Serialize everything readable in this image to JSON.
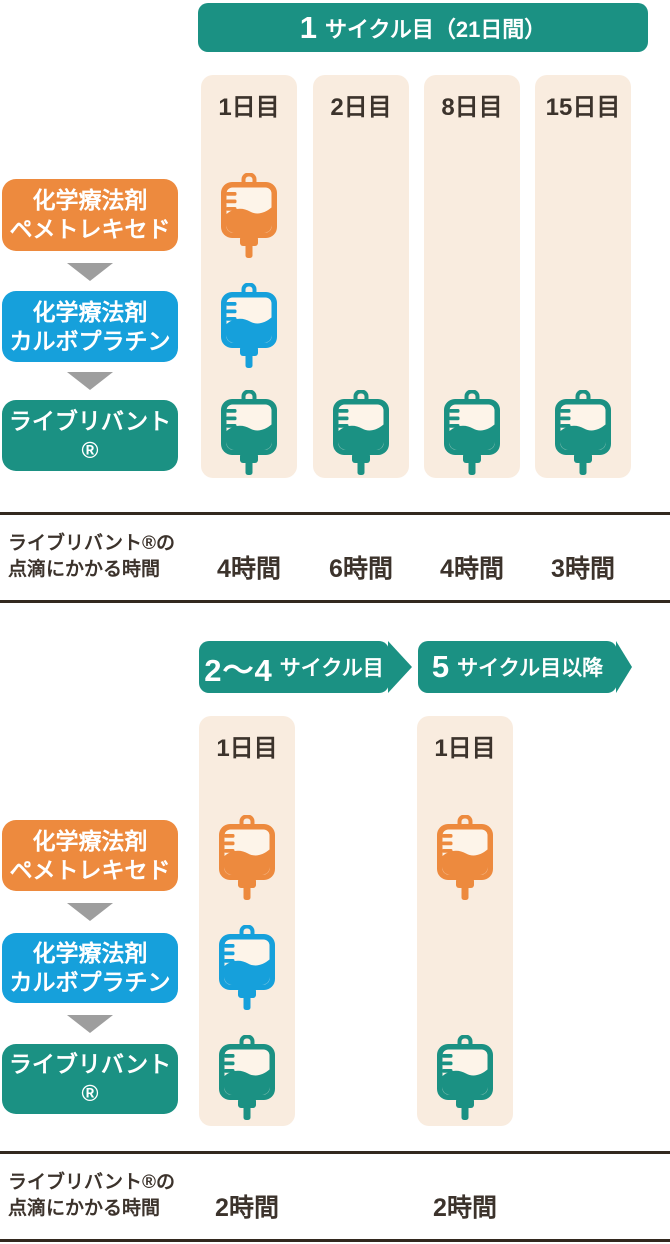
{
  "colors": {
    "teal": "#1b9183",
    "orange": "#ed8a3e",
    "blue": "#16a0db",
    "cream": "#f9ecdf",
    "baginner": "#fdf4e9",
    "ink": "#3c332c",
    "line": "#33291f",
    "arrow": "#9e9e9e"
  },
  "drugs": [
    {
      "id": "pemetrexed",
      "label_line1": "化学療法剤",
      "label_line2": "ペメトレキセド",
      "color": "#ed8a3e"
    },
    {
      "id": "carboplatin",
      "label_line1": "化学療法剤",
      "label_line2": "カルボプラチン",
      "color": "#16a0db"
    },
    {
      "id": "rybrevant",
      "label": "ライブリバント®",
      "color": "#1b9183"
    }
  ],
  "section1": {
    "title_prefix": "1",
    "title_suffix": "サイクル目（21日間）",
    "columns": [
      {
        "day": "1日目",
        "time": "4時間",
        "bags": [
          "pemetrexed",
          "carboplatin",
          "rybrevant"
        ]
      },
      {
        "day": "2日目",
        "time": "6時間",
        "bags": [
          "rybrevant"
        ]
      },
      {
        "day": "8日目",
        "time": "4時間",
        "bags": [
          "rybrevant"
        ]
      },
      {
        "day": "15日目",
        "time": "3時間",
        "bags": [
          "rybrevant"
        ]
      }
    ],
    "infusion_label_line1": "ライブリバント®の",
    "infusion_label_line2": "点滴にかかる時間"
  },
  "section2": {
    "title1_prefix": "2〜4",
    "title1_suffix": "サイクル目",
    "title2_prefix": "5",
    "title2_suffix": "サイクル目以降",
    "columns": [
      {
        "day": "1日目",
        "time": "2時間",
        "bags": [
          "pemetrexed",
          "carboplatin",
          "rybrevant"
        ]
      },
      {
        "day": "1日目",
        "time": "2時間",
        "bags": [
          "pemetrexed",
          "rybrevant"
        ]
      }
    ],
    "infusion_label_line1": "ライブリバント®の",
    "infusion_label_line2": "点滴にかかる時間"
  }
}
